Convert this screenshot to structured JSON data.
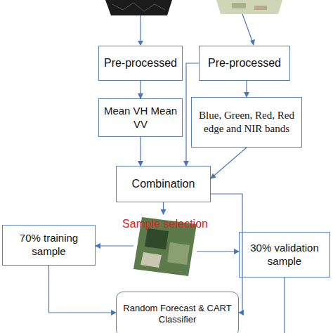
{
  "diagram": {
    "nodes": [
      {
        "text": [
          "Pre-processed"
        ]
      },
      {
        "text": [
          "Pre-processed"
        ]
      },
      {
        "text": [
          "Mean VH Mean VV"
        ]
      },
      {
        "text": [
          "Blue, Green, Red, Red edge and NIR bands"
        ]
      },
      {
        "text": [
          "Combination"
        ]
      },
      {
        "text": [
          "Sample selection"
        ]
      },
      {
        "text": [
          "70% training sample"
        ]
      },
      {
        "text": [
          "30% validation sample"
        ]
      },
      {
        "text": [
          "Random Forecast & CART Classifier"
        ]
      }
    ],
    "edges": [
      {
        "from": 0,
        "to": 2,
        "arrow": "to"
      },
      {
        "from": 1,
        "to": 3,
        "arrow": "to"
      },
      {
        "from": 1,
        "to": 4,
        "arrow": "to"
      },
      {
        "from": 2,
        "to": 4,
        "arrow": "to"
      },
      {
        "from": 3,
        "to": 4,
        "arrow": "to"
      },
      {
        "from": 4,
        "to": 5,
        "arrow": "to"
      },
      {
        "from": 5,
        "to": 6,
        "arrow": "to"
      },
      {
        "from": 5,
        "to": 7,
        "arrow": "to"
      },
      {
        "from": 6,
        "to": 8,
        "arrow": "to"
      },
      {
        "from": 4,
        "to": 8,
        "arrow": "to"
      }
    ]
  }
}
